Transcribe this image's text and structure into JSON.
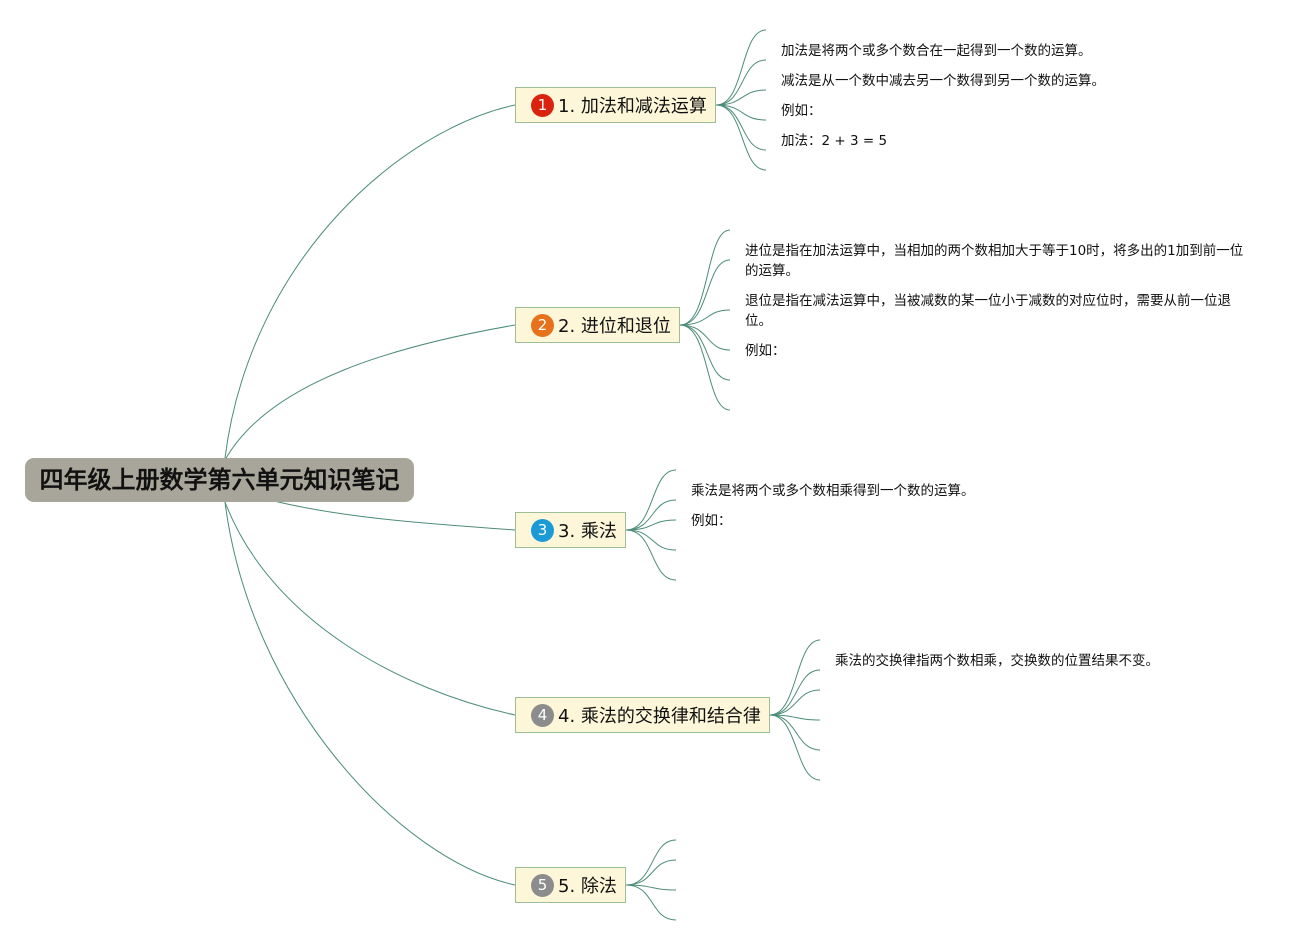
{
  "root": {
    "title": "四年级上册数学第六单元知识笔记"
  },
  "colors": {
    "line": "#4d8c78",
    "root_fill": "#a8a69a",
    "branch_fill": "#fdf6d8",
    "branch_border": "#9dbf96"
  },
  "branches": [
    {
      "number": "1",
      "badge_color": "#d9230f",
      "label": "1. 加法和减法运算",
      "leaves": [
        "加法是将两个或多个数合在一起得到一个数的运算。",
        "减法是从一个数中减去另一个数得到另一个数的运算。",
        "例如：",
        "加法：2 + 3 = 5"
      ]
    },
    {
      "number": "2",
      "badge_color": "#e8711c",
      "label": "2. 进位和退位",
      "leaves": [
        "进位是指在加法运算中，当相加的两个数相加大于等于10时，将多出的1加到前一位的运算。",
        "退位是指在减法运算中，当被减数的某一位小于减数的对应位时，需要从前一位退位。",
        "例如："
      ]
    },
    {
      "number": "3",
      "badge_color": "#1c9ad6",
      "label": "3. 乘法",
      "leaves": [
        "乘法是将两个或多个数相乘得到一个数的运算。",
        "例如："
      ]
    },
    {
      "number": "4",
      "badge_color": "#8c8c8c",
      "label": "4. 乘法的交换律和结合律",
      "leaves": [
        "乘法的交换律指两个数相乘，交换数的位置结果不变。"
      ]
    },
    {
      "number": "5",
      "badge_color": "#8c8c8c",
      "label": "5. 除法",
      "leaves": []
    }
  ]
}
